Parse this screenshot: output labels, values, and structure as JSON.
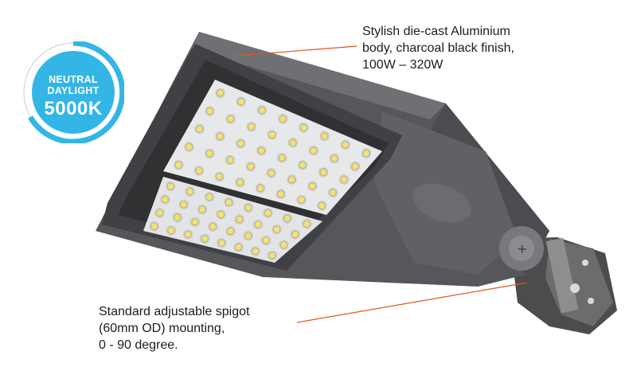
{
  "badge": {
    "line1": "NEUTRAL",
    "line2": "DAYLIGHT",
    "line3": "5000K",
    "color": "#33b6e6"
  },
  "callouts": {
    "body": {
      "lines": [
        "Stylish die-cast Aluminium",
        "body, charcoal black finish,",
        "100W – 320W"
      ]
    },
    "spigot": {
      "lines": [
        "Standard adjustable spigot",
        "(60mm OD) mounting,",
        "0 - 90 degree."
      ]
    }
  },
  "colors": {
    "leader_line": "#e4541f",
    "housing": "#5b5d5f",
    "housing_dark": "#3f4143",
    "led_panel": "#e9ebec"
  }
}
